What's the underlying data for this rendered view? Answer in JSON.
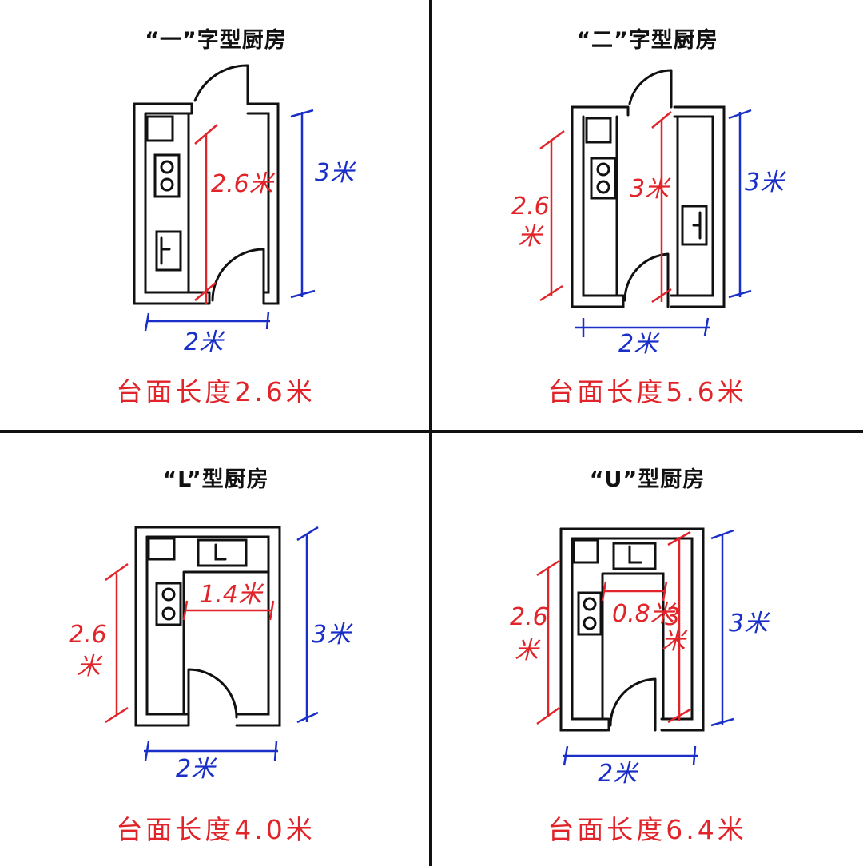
{
  "quadrants": {
    "one_line": {
      "title": "“一”字型厨房",
      "caption": "台面长度2.6米",
      "dims": {
        "inner_height": "2.6米",
        "total_height": "3米",
        "width": "2米"
      }
    },
    "two_line": {
      "title": "“二”字型厨房",
      "caption": "台面长度5.6米",
      "dims": {
        "left_counter_a": "2.6",
        "left_counter_b": "米",
        "inner_height": "3米",
        "total_height": "3米",
        "width": "2米"
      }
    },
    "l_shape": {
      "title": "“L”型厨房",
      "caption": "台面长度4.0米",
      "dims": {
        "left_counter_a": "2.6",
        "left_counter_b": "米",
        "top_counter": "1.4米",
        "total_height": "3米",
        "width": "2米"
      }
    },
    "u_shape": {
      "title": "“U”型厨房",
      "caption": "台面长度6.4米",
      "dims": {
        "left_counter_a": "2.6",
        "left_counter_b": "米",
        "top_counter": "0.8米",
        "right_counter_a": "3",
        "right_counter_b": "米",
        "total_height": "3米",
        "width": "2米"
      }
    }
  },
  "colors": {
    "annotation_red": "#e0242a",
    "dimension_blue": "#1a2fc8",
    "line_black": "#111111"
  }
}
